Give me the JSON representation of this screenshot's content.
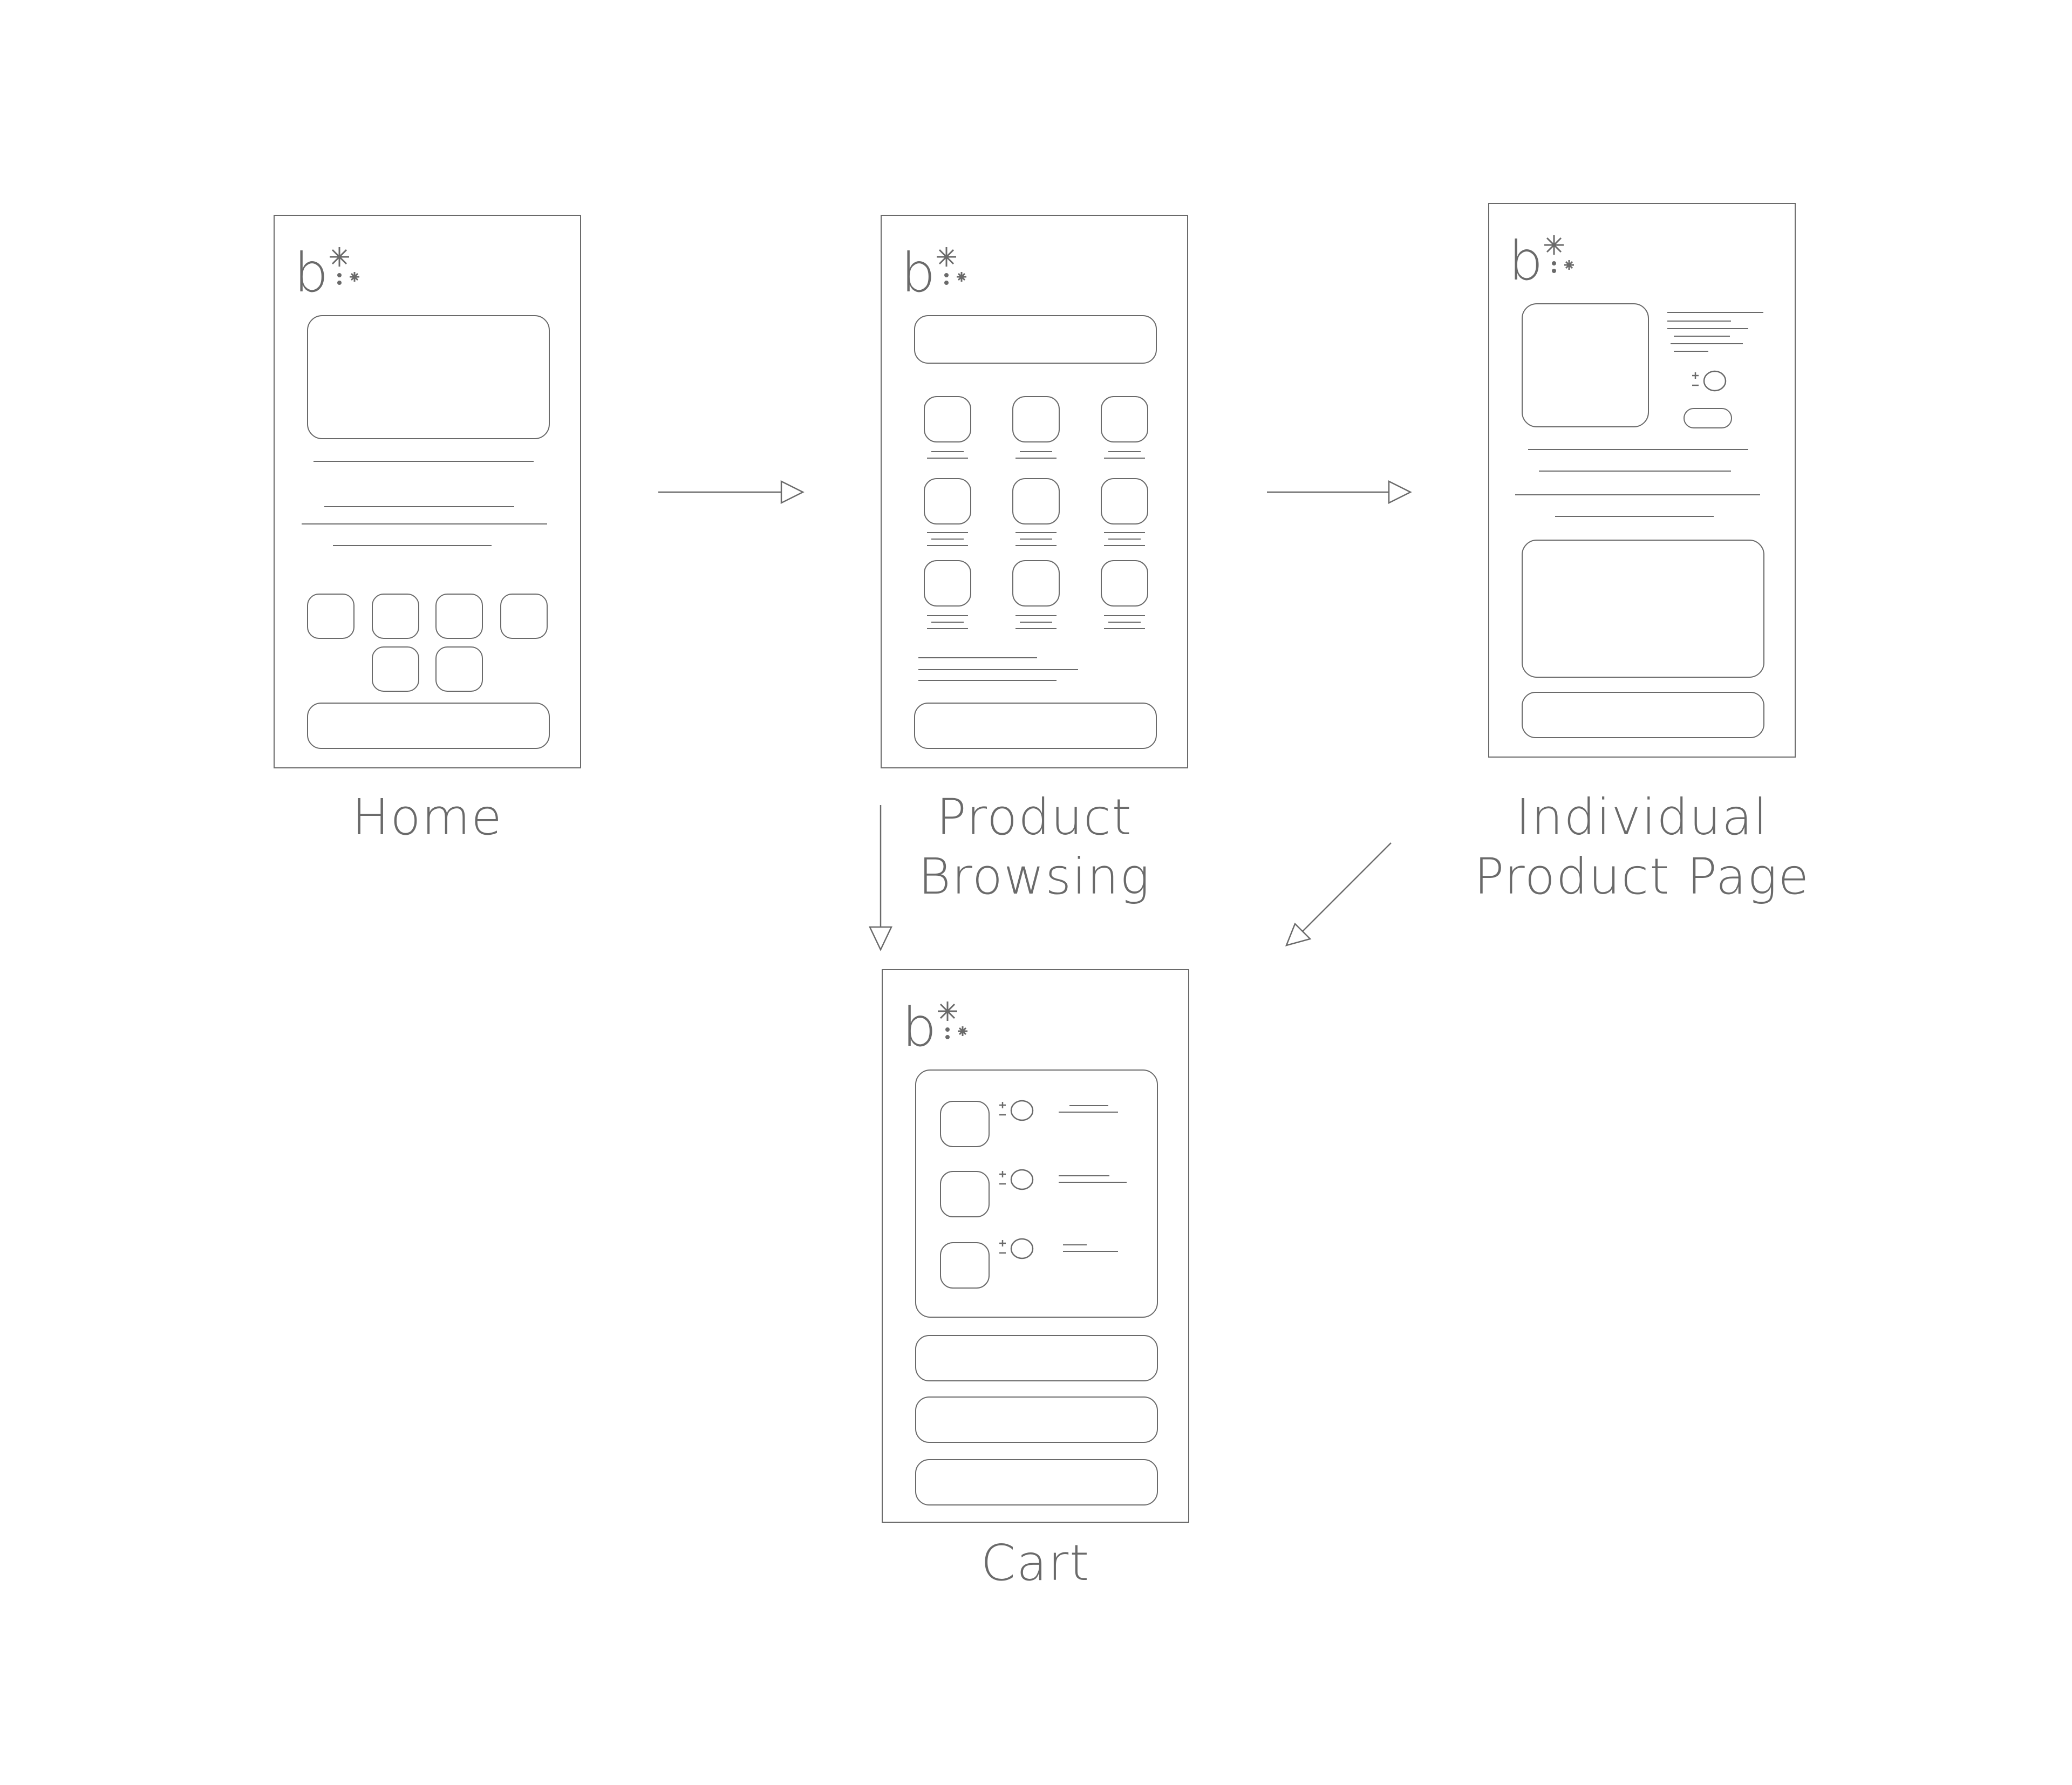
{
  "labels": {
    "home": "Home",
    "browsing_line1": "Product",
    "browsing_line2": "Browsing",
    "individual_line1": "Individual",
    "individual_line2": "Product Page",
    "cart": "Cart"
  },
  "logo": {
    "letter": "b"
  },
  "colors": {
    "stroke": "#6a6a6a",
    "background": "#ffffff"
  }
}
